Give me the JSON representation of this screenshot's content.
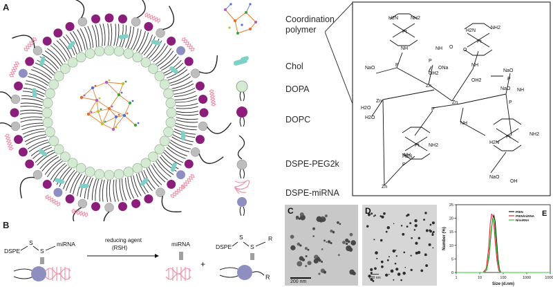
{
  "panels": {
    "A": "A",
    "B": "B",
    "C": "C",
    "D": "D",
    "E": "E"
  },
  "legend": {
    "coordination_polymer": [
      "Coordination",
      "polymer"
    ],
    "chol": "Chol",
    "dopa": "DOPA",
    "dopc": "DOPC",
    "dspe_peg2k": "DSPE-PEG2k",
    "dspe_mirna": "DSPE-miRNA"
  },
  "colors": {
    "inner_lipid": "#d4ead2",
    "dopc_head": "#8b1e7b",
    "peg_head": "#bdbdbd",
    "mirna_head": "#8e8fc0",
    "chol": "#7fd0c6",
    "mirna_strand": "#f08aa3",
    "box_border": "#333333"
  },
  "scheme_b": {
    "reactant_left": "DSPE",
    "reactant_s1": "S",
    "reactant_s2": "S",
    "reactant_right": "miRNA",
    "arrow_label_1": "reducing agent",
    "arrow_label_2": "(RSH)",
    "product_1": "miRNA",
    "plus": "+",
    "product_2_left": "DSPE",
    "product_2_s1": "S",
    "product_2_s2": "S",
    "product_2_right": "R",
    "product_2_tail": "R"
  },
  "structure": {
    "labels": [
      "Pt",
      "Pt",
      "Pt",
      "Pt",
      "Zn",
      "Zn",
      "Zn",
      "Zn",
      "NaO",
      "ONa",
      "NaO",
      "NaO",
      "NaO",
      "OH",
      "OH2",
      "OH2",
      "H2O",
      "H2O",
      "O",
      "O",
      "P",
      "P",
      "P",
      "P",
      "P",
      "P",
      "NH",
      "NH",
      "NH",
      "NH",
      "NH",
      "NH",
      "H2N",
      "NH2",
      "H2N",
      "NH2",
      "NH2",
      "H2N",
      "NH2",
      "H2N"
    ]
  },
  "tem": {
    "c_scale": "200 nm",
    "d_scale": "200 nm"
  },
  "chart_data": {
    "type": "line",
    "title": "",
    "xlabel": "Size (d.nm)",
    "ylabel": "Number (%)",
    "xscale": "log",
    "xlim": [
      1,
      10000
    ],
    "ylim": [
      0,
      25
    ],
    "x_ticks": [
      "1",
      "10",
      "100",
      "1000",
      "10000"
    ],
    "y_ticks": [
      "0",
      "5",
      "10",
      "15",
      "20",
      "25"
    ],
    "legend_position": "top-right",
    "series": [
      {
        "name": "PtEN",
        "color": "#111111",
        "x": [
          15,
          20,
          25,
          30,
          35,
          40,
          45,
          50,
          60,
          70,
          80
        ],
        "values": [
          0,
          1,
          6,
          14,
          19.5,
          21,
          19,
          14,
          5,
          1,
          0
        ]
      },
      {
        "name": "PtEN/miRNA",
        "color": "#e0202a",
        "x": [
          14,
          19,
          24,
          28,
          32,
          36,
          40,
          45,
          55,
          65,
          75
        ],
        "values": [
          0,
          1.5,
          9,
          18,
          21.5,
          21,
          18,
          12,
          4,
          0.8,
          0
        ]
      },
      {
        "name": "N/miRNA",
        "color": "#33cc33",
        "x": [
          15,
          20,
          25,
          30,
          34,
          38,
          42,
          48,
          58,
          68,
          78
        ],
        "values": [
          0,
          1,
          7,
          15,
          19,
          20,
          18,
          13,
          4.5,
          1,
          0
        ]
      }
    ]
  }
}
